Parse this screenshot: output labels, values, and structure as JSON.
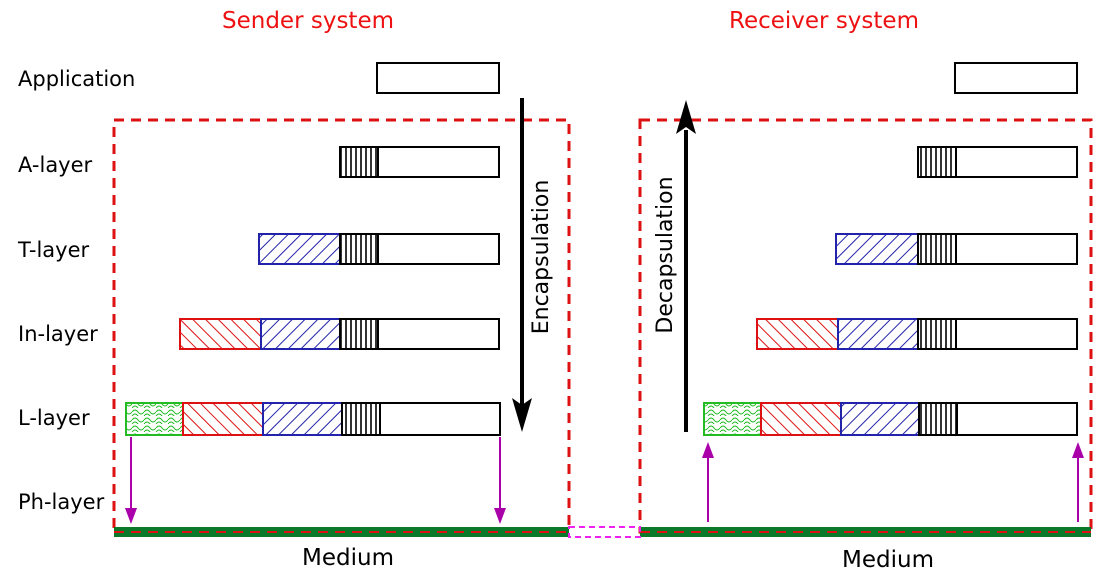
{
  "sender": {
    "title": "Sender system",
    "medium_label": "Medium"
  },
  "receiver": {
    "title": "Receiver system",
    "medium_label": "Medium"
  },
  "layers": {
    "application": "Application",
    "a_layer": "A-layer",
    "t_layer": "T-layer",
    "in_layer": "In-layer",
    "l_layer": "L-layer",
    "ph_layer": "Ph-layer"
  },
  "process": {
    "encapsulation": "Encapsulation",
    "decapsulation": "Decapsulation"
  },
  "colors": {
    "title": "#ee1111",
    "system_border": "#dd1111",
    "a_header": "#000000",
    "t_header": "#2222aa",
    "in_header": "#dd1111",
    "l_header": "#22bb22",
    "signal_arrow": "#aa00aa",
    "medium": "#0a7a2a"
  }
}
